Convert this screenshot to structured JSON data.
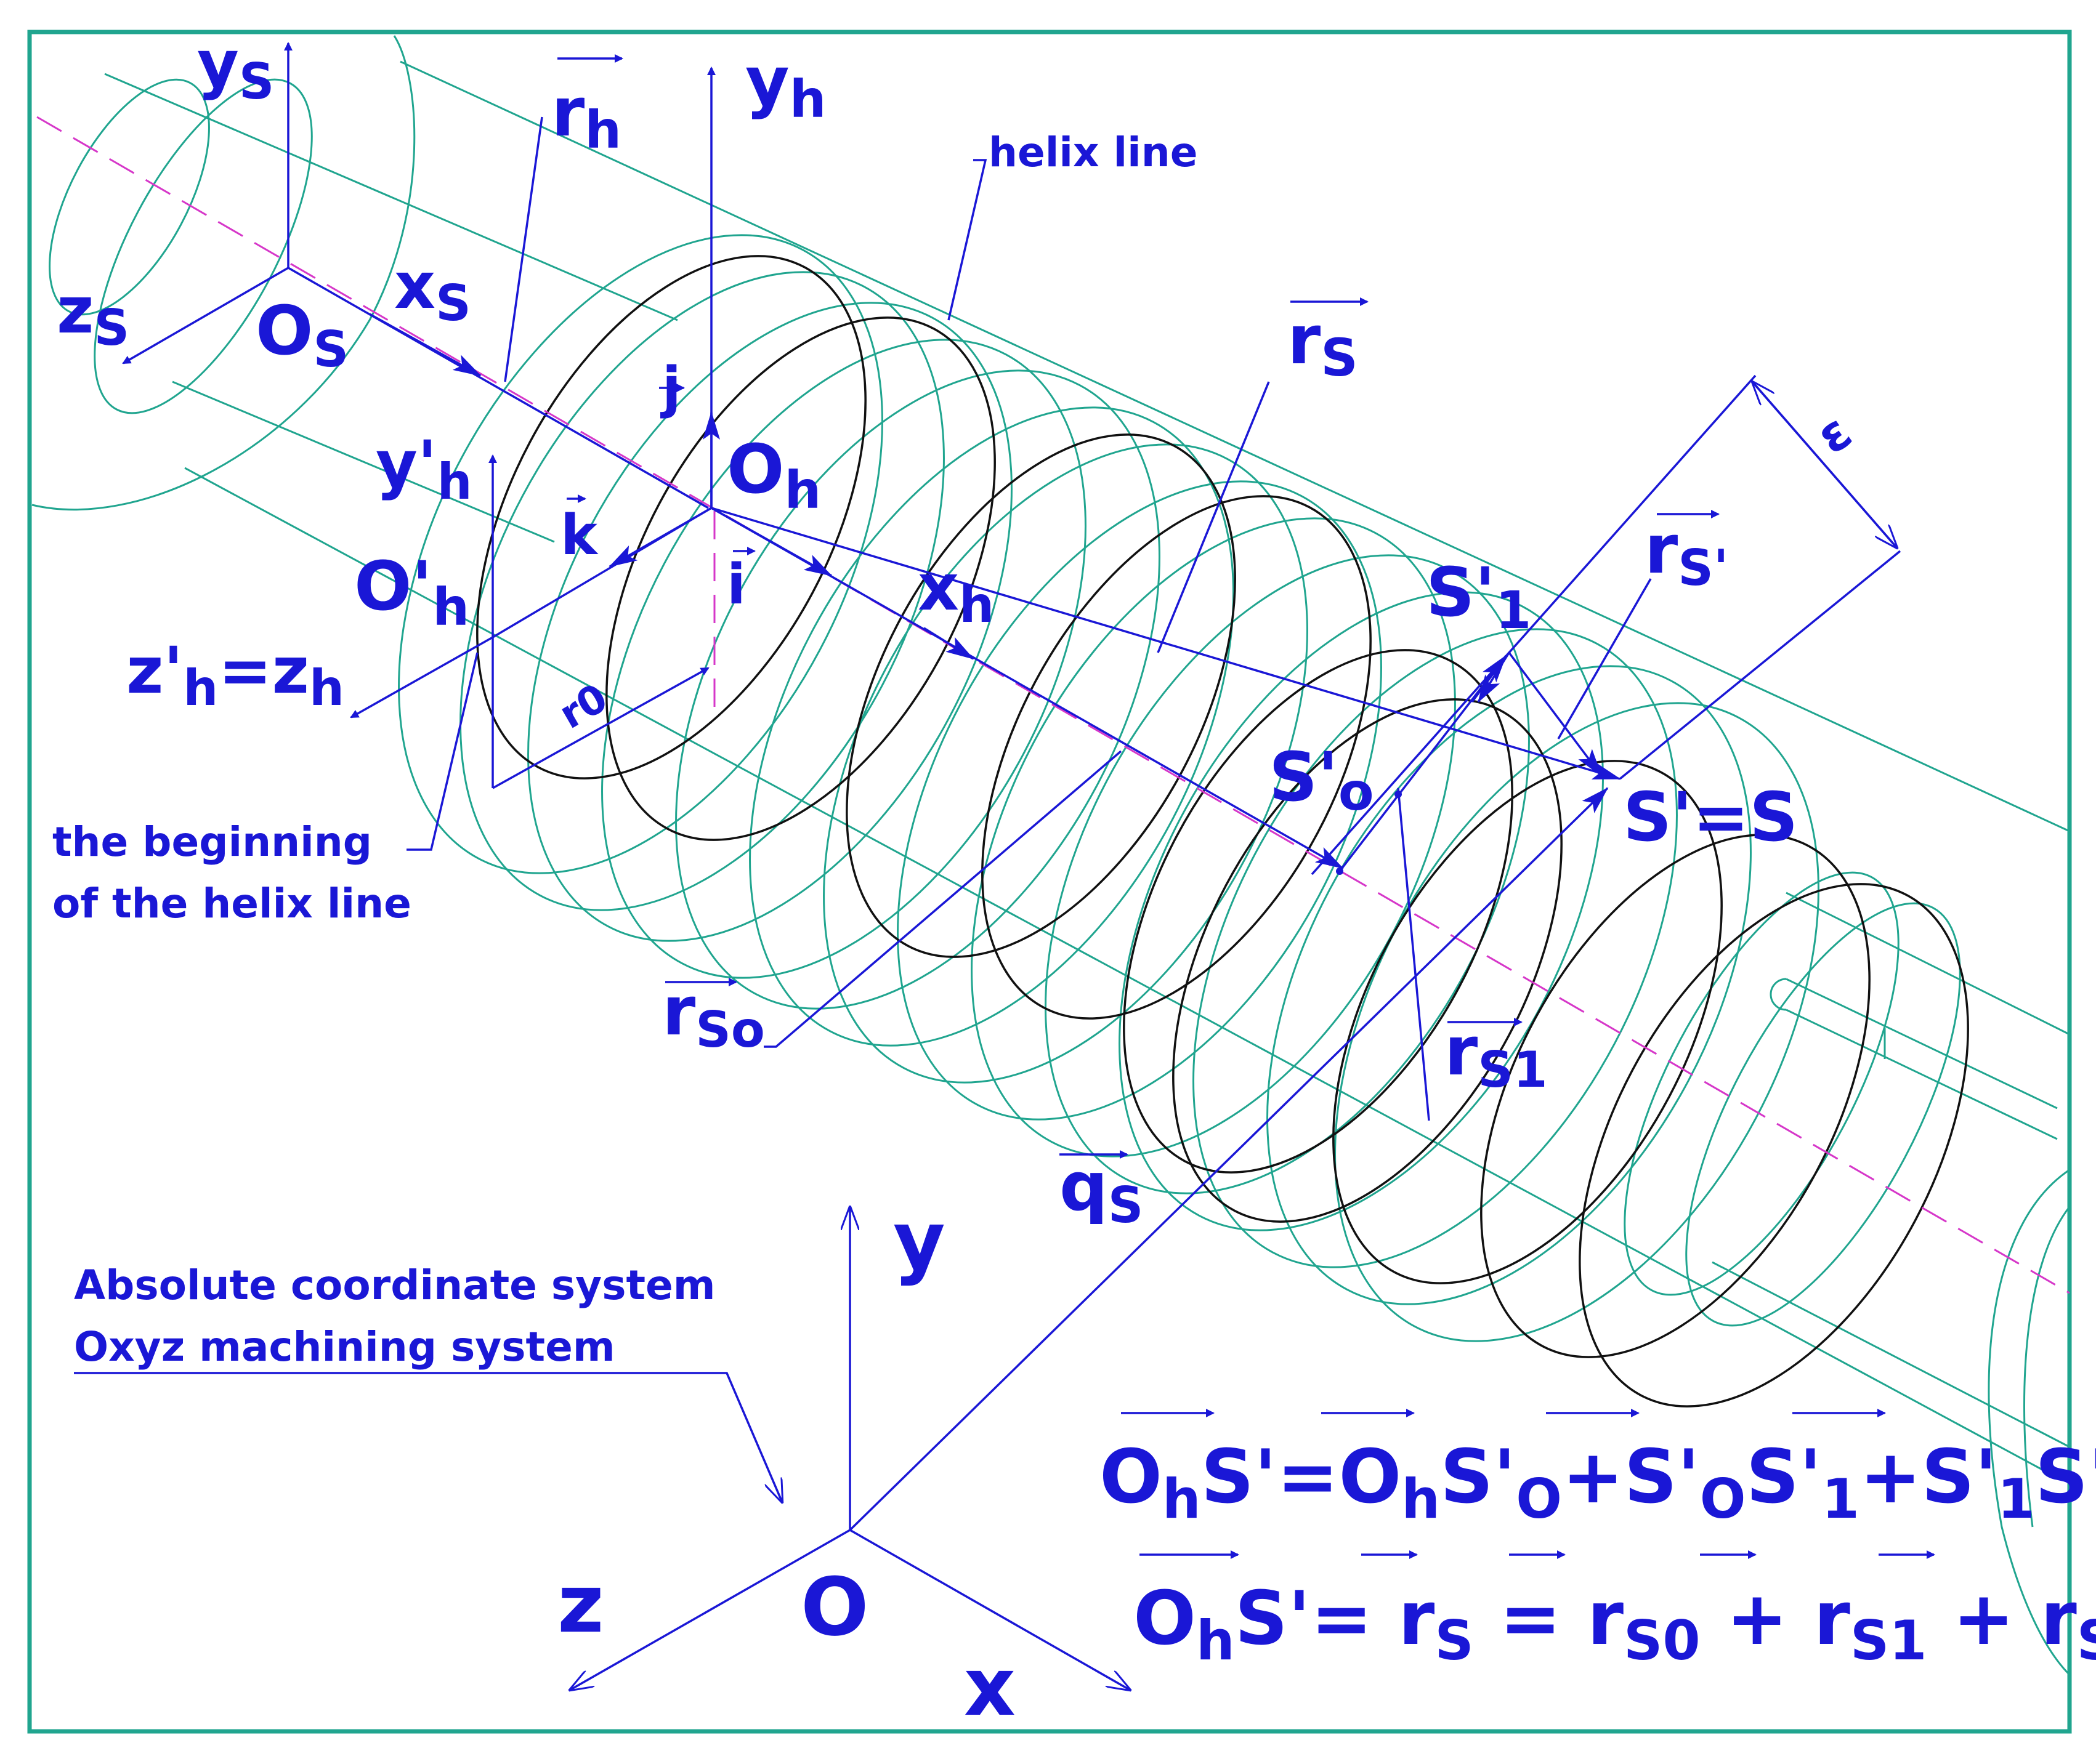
{
  "colors": {
    "frame": "#20a58f",
    "blue": "#1a17d6",
    "black": "#111111",
    "axis_dash": "#d637c9"
  },
  "labels": {
    "ys": "y",
    "ys_sub": "S",
    "zs": "z",
    "zs_sub": "S",
    "os": "O",
    "os_sub": "S",
    "xs": "x",
    "xs_sub": "S",
    "rh": "r",
    "rh_sub": "h",
    "yh": "y",
    "yh_sub": "h",
    "j": "j",
    "oh": "O",
    "oh_sub": "h",
    "yph": "y'",
    "yph_sub": "h",
    "k": "k",
    "i": "i",
    "oph": "O'",
    "oph_sub": "h",
    "zph_eq": "z'",
    "zph_eq_sub1": "h",
    "zph_eq_mid": "=z",
    "zph_eq_sub2": "h",
    "r0": "r0",
    "xh": "x",
    "xh_sub": "h",
    "rs": "r",
    "rs_sub": "S",
    "eps": "ε",
    "sp1": "S'",
    "sp1_sub": "1",
    "rsp": "r",
    "rsp_sub": "S'",
    "sp0": "S'",
    "sp0_sub": "o",
    "sps": "S'=S",
    "rso": "r",
    "rso_sub": "So",
    "rs1": "r",
    "rs1_sub": "S1",
    "qs": "q",
    "qs_sub": "S",
    "y": "y",
    "z": "z",
    "o": "O",
    "x": "x"
  },
  "notes": {
    "helix_line": "helix line",
    "beginning_1": "the beginning",
    "beginning_2": "of the helix line",
    "abs_1": "Absolute coordinate system",
    "abs_2": "Oxyz  machining system"
  },
  "equations": {
    "eq1": {
      "a": "O",
      "a_sub": "h",
      "b": "S'=O",
      "b_sub": "h",
      "c": "S'",
      "c_sub": "O",
      "d": "+S'",
      "d_sub": "O",
      "e": "S'",
      "e_sub": "1",
      "f": "+S'",
      "f_sub": "1",
      "g": "S'"
    },
    "eq2": {
      "a": "O",
      "a_sub": "h",
      "b": "S'= r",
      "b_sub": "S",
      "c": " = r",
      "c_sub": "S0",
      "d": " + r",
      "d_sub": "S1",
      "e": " + r",
      "e_sub": "S'"
    }
  }
}
